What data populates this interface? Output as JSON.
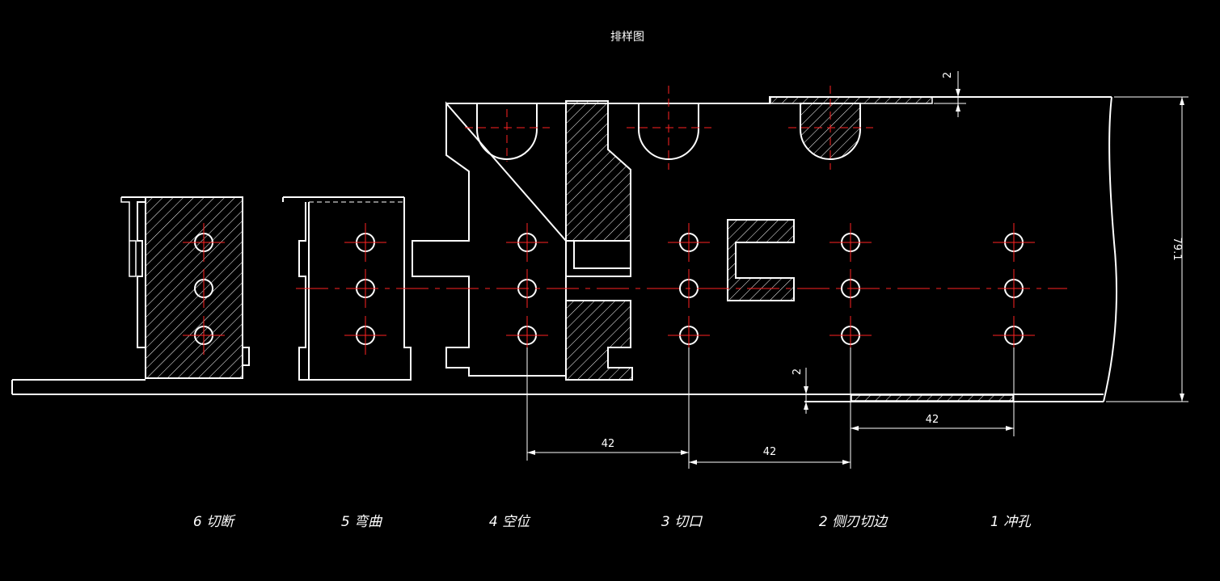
{
  "title": "排样图",
  "colors": {
    "background": "#000000",
    "outline": "#ffffff",
    "centerline": "#ff2222",
    "hatch": "#ffffff"
  },
  "dimensions": {
    "pitch_left": "42",
    "pitch_middle": "42",
    "pitch_right": "42",
    "strip_width": "79.1",
    "edge_top": "2",
    "edge_bottom": "2"
  },
  "stations": [
    {
      "label": "6 切断"
    },
    {
      "label": "5 弯曲"
    },
    {
      "label": "4 空位"
    },
    {
      "label": "3 切口"
    },
    {
      "label": "2 侧刃切边"
    },
    {
      "label": "1 冲孔"
    }
  ]
}
